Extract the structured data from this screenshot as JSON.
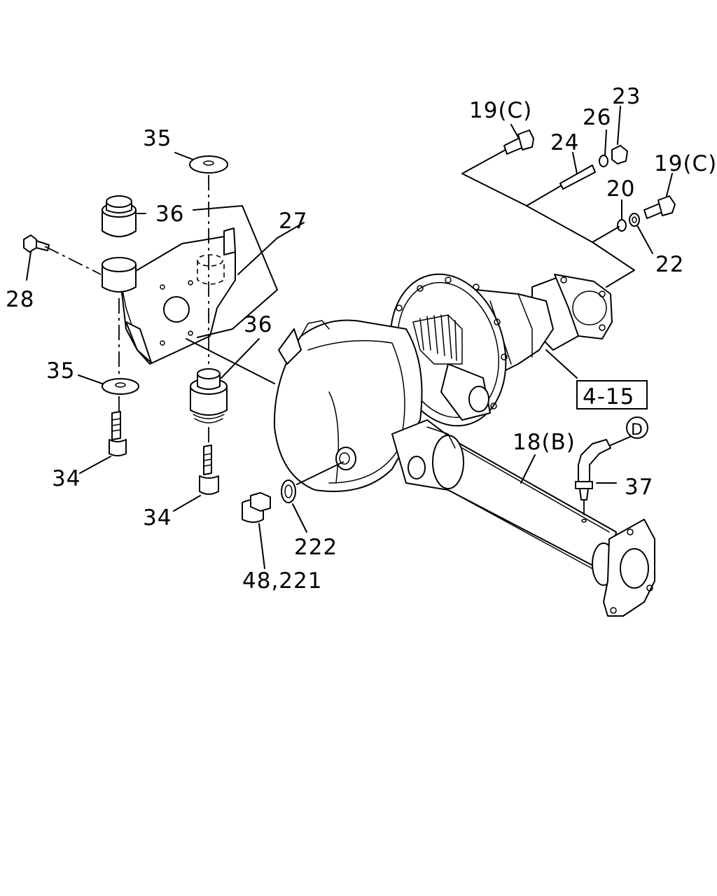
{
  "labels": {
    "l19c_top": "19(C)",
    "l23": "23",
    "l26": "26",
    "l24": "24",
    "l19c_right": "19(C)",
    "l20": "20",
    "l22": "22",
    "l35_top": "35",
    "l36_top": "36",
    "l27": "27",
    "l28": "28",
    "l36_mid": "36",
    "l35_bottom": "35",
    "l34_left": "34",
    "l34_mid": "34",
    "l4_15": "4-15",
    "l18b": "18(B)",
    "ld": "D",
    "l37": "37",
    "l222": "222",
    "l48_221": "48,221"
  }
}
